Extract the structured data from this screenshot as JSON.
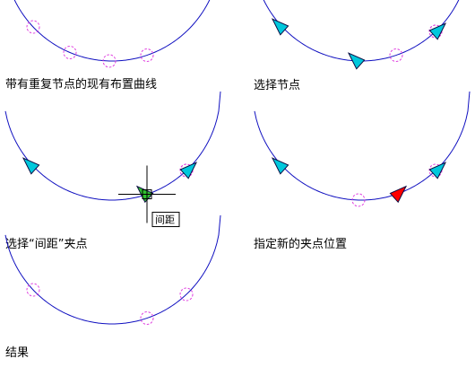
{
  "colors": {
    "curve": "#1010c0",
    "node_circle": "#e040e0",
    "grip": "#00c8dc",
    "grip_stroke": "#0a0a40",
    "grip_hover": "#30c030",
    "grip_selected": "#ff0000",
    "crosshair": "#000000",
    "caption": "#000000"
  },
  "panels": [
    {
      "id": "p1",
      "caption": "带有重复节点的现有布置曲线",
      "circles": [
        1,
        2,
        3,
        4
      ],
      "grips": []
    },
    {
      "id": "p2",
      "caption": "选择节点",
      "circles": [
        4,
        5,
        6
      ],
      "grips": [
        {
          "pos": 1,
          "dir": "left",
          "state": "normal"
        },
        {
          "pos": 3,
          "dir": "left",
          "state": "normal"
        },
        {
          "pos": 7,
          "dir": "right",
          "state": "normal"
        }
      ]
    },
    {
      "id": "p3",
      "caption": "选择“间距”夹点",
      "circles": [
        5,
        6
      ],
      "grips": [
        {
          "pos": 1,
          "dir": "left",
          "state": "normal"
        },
        {
          "pos": 4,
          "dir": "left",
          "state": "hover"
        },
        {
          "pos": 7,
          "dir": "right",
          "state": "normal"
        }
      ],
      "cursor": {
        "pos": 4,
        "tooltip": "间距"
      }
    },
    {
      "id": "p4",
      "caption": "指定新的夹点位置",
      "circles": [
        3,
        6
      ],
      "grips": [
        {
          "pos": 1,
          "dir": "left",
          "state": "normal"
        },
        {
          "pos": 4,
          "dir": "right",
          "state": "selected"
        },
        {
          "pos": 7,
          "dir": "right",
          "state": "normal"
        }
      ]
    },
    {
      "id": "p5",
      "caption": "结果",
      "circles": [
        1,
        4,
        7
      ],
      "grips": []
    }
  ]
}
